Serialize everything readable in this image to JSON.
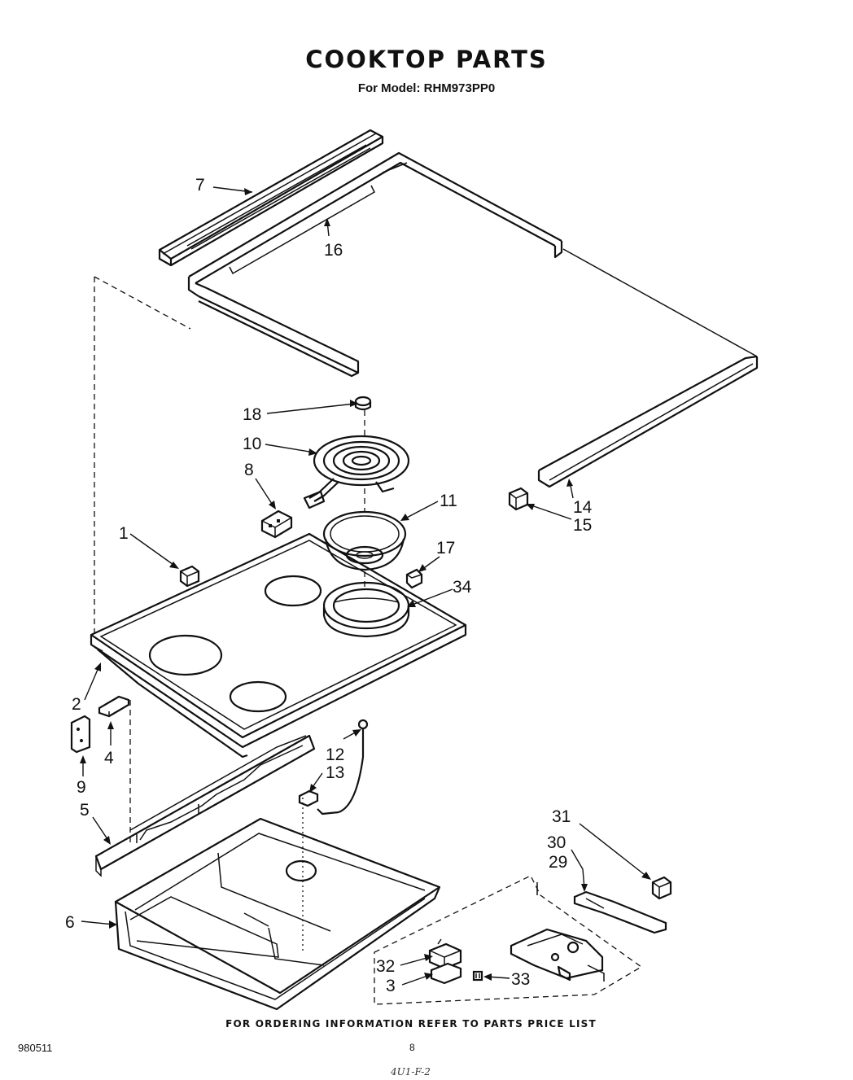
{
  "title": "COOKTOP PARTS",
  "subtitle": "For Model: RHM973PP0",
  "footer": "FOR ORDERING INFORMATION REFER TO PARTS PRICE LIST",
  "document_number": "980511",
  "page_number": "8",
  "handwritten_note": "4U1-F-2",
  "callouts": {
    "c1": "1",
    "c2": "2",
    "c3": "3",
    "c4": "4",
    "c5": "5",
    "c6": "6",
    "c7": "7",
    "c8": "8",
    "c9": "9",
    "c10": "10",
    "c11": "11",
    "c12": "12",
    "c13": "13",
    "c14": "14",
    "c15": "15",
    "c16": "16",
    "c17": "17",
    "c18": "18",
    "c29": "29",
    "c30": "30",
    "c31": "31",
    "c32": "32",
    "c33": "33",
    "c34": "34"
  }
}
